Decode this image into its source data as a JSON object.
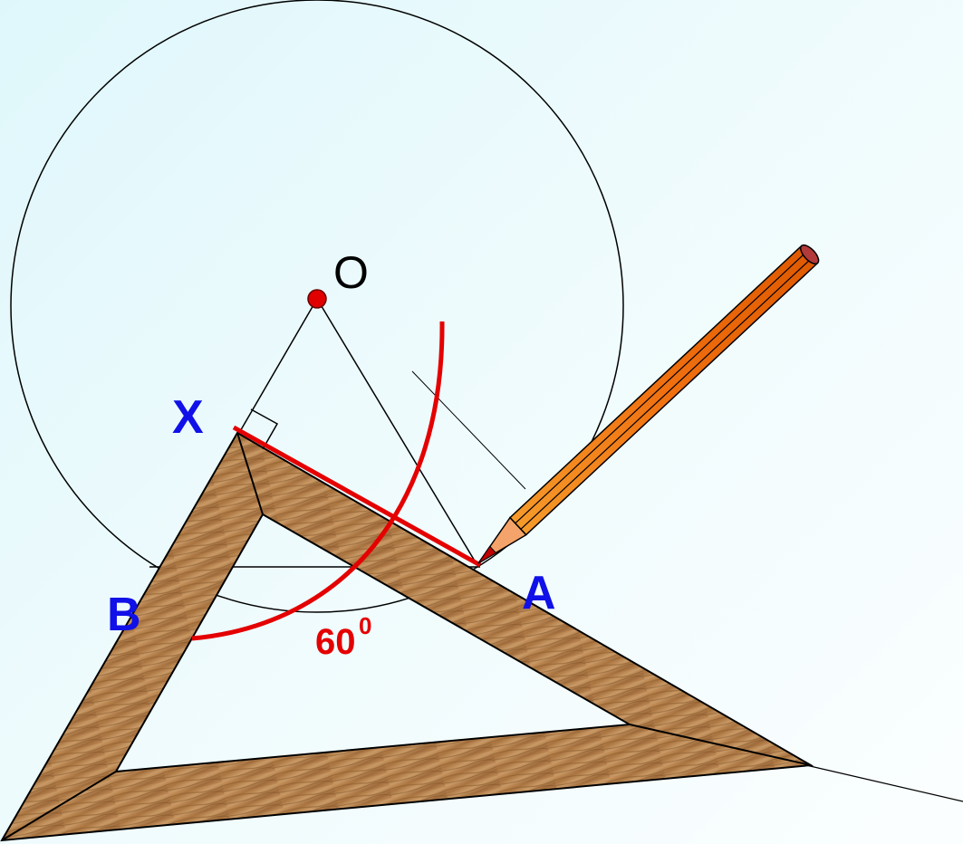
{
  "labels": {
    "center": "O",
    "point_x": "X",
    "point_b": "B",
    "point_a": "A",
    "angle_value": "60",
    "angle_degree": "0"
  },
  "colors": {
    "circle": "#000000",
    "highlight": "#e40000",
    "label_points": "#1010e8",
    "pencil_body": "#f07a10",
    "wood": "#b98552"
  },
  "icons": {
    "tool_triangle": "set-square-icon",
    "tool_pencil": "pencil-icon"
  },
  "angle_degrees": 60
}
